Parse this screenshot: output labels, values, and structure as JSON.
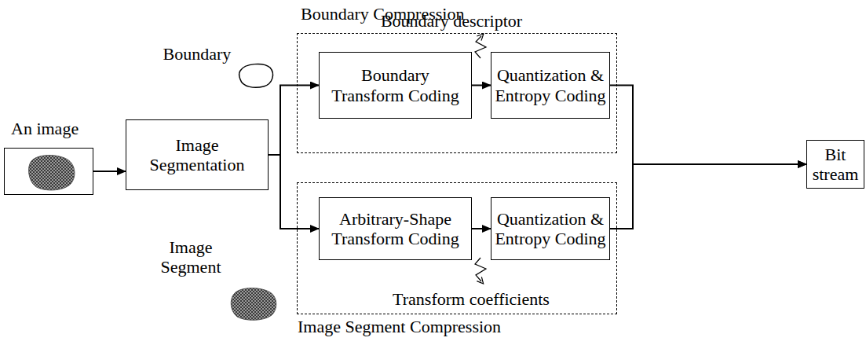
{
  "diagram": {
    "nodes": [
      {
        "text": [
          "An image"
        ]
      },
      {
        "text": [
          "Image Segmentation"
        ]
      },
      {
        "text": [
          "Boundary Compression"
        ]
      },
      {
        "text": [
          "Boundary Transform Coding"
        ],
        "in": 2
      },
      {
        "text": [
          "Quantization & Entropy Coding"
        ],
        "in": 2
      },
      {
        "text": [
          "Image Segment Compression"
        ]
      },
      {
        "text": [
          "Arbitrary-Shape Transform Coding"
        ],
        "in": 5
      },
      {
        "text": [
          "Quantization & Entropy Coding"
        ],
        "in": 5
      },
      {
        "text": [
          "Bit stream"
        ]
      }
    ],
    "edges": [
      {
        "from": 0,
        "to": 1,
        "arrow": "to"
      },
      {
        "from": 1,
        "to": 3,
        "arrow": "to"
      },
      {
        "from": 1,
        "to": 6,
        "arrow": "to"
      },
      {
        "from": 3,
        "to": 4,
        "arrow": "to"
      },
      {
        "from": 6,
        "to": 7,
        "arrow": "to"
      },
      {
        "from": 4,
        "to": 8,
        "arrow": "to"
      },
      {
        "from": 7,
        "to": 8,
        "arrow": "to"
      }
    ],
    "labels": [
      "Boundary",
      "Image Segment",
      "Boundary descriptor",
      "Transform coefficients"
    ]
  }
}
